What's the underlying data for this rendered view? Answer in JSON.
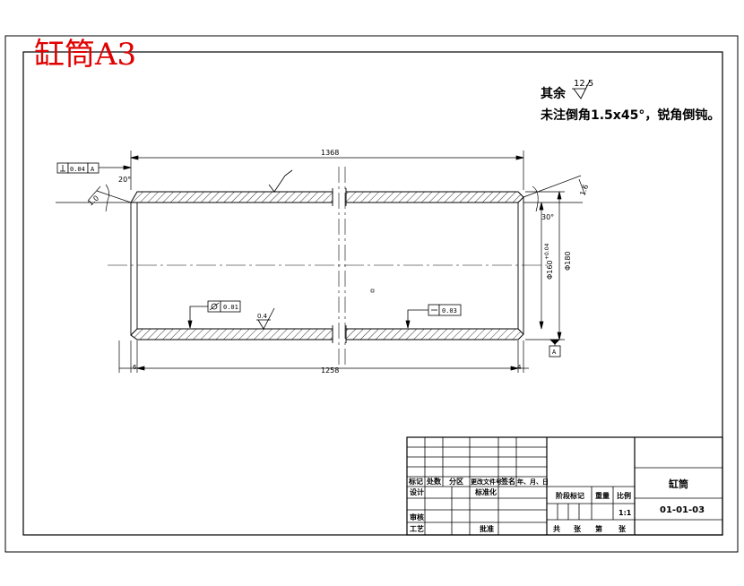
{
  "title": "缸筒A3",
  "notes": {
    "line1_prefix": "其余",
    "roughness_default": "12.5",
    "line2": "未注倒角1.5x45°，锐角倒钝。"
  },
  "dims": {
    "top_length": "1368",
    "bottom_length": "1258",
    "left_offset": "6",
    "right_offset": "4",
    "outer_dia": "Φ180",
    "inner_dia": "Φ160",
    "inner_tol": "+0.04",
    "angle_left": "20°",
    "angle_right": "30°",
    "chamfer_left": "1.0",
    "chamfer_right": "1.6",
    "roughness_bore": "0.4"
  },
  "tolerance_frames": {
    "perpendicularity": {
      "value": "0.04",
      "datum": "A"
    },
    "cylindricity": {
      "value": "0.01"
    },
    "straightness": {
      "value": "0.03"
    },
    "datum_label": "A"
  },
  "title_block": {
    "rev_headers": [
      "标记",
      "处数",
      "分区",
      "更改文件号",
      "签名",
      "年、月、日"
    ],
    "design": "设计",
    "standardize": "标准化",
    "check": "审核",
    "process": "工艺",
    "approve": "批准",
    "stage_label": "阶段标记",
    "weight_label": "重量",
    "scale_label": "比例",
    "scale_value": "1:1",
    "sheets_total": "共",
    "sheets_unit1": "张",
    "sheet_no": "第",
    "sheets_unit2": "张",
    "part_name": "缸筒",
    "drawing_no": "01-01-03"
  }
}
